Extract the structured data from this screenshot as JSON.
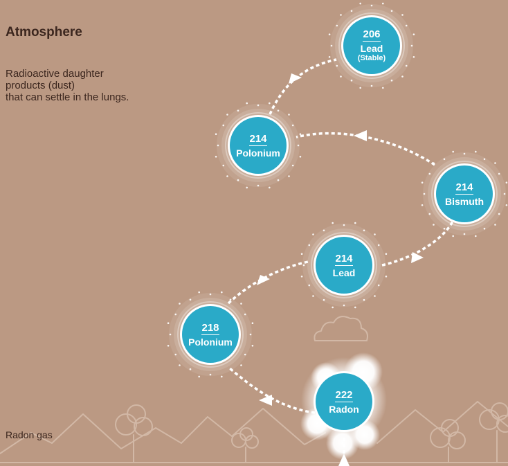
{
  "heading": "Atmosphere",
  "description": [
    "Radioactive daughter",
    "products (dust)",
    "that can settle in the lungs."
  ],
  "radon_label": "Radon gas",
  "colors": {
    "background": "#bb9983",
    "node_fill": "#2aaac8",
    "text_dark": "#3b261e",
    "arrow": "#ffffff",
    "landscape_line": "#d2b8a6"
  },
  "decay_chain": [
    {
      "number": "222",
      "name": "Radon",
      "note": ""
    },
    {
      "number": "218",
      "name": "Polonium",
      "note": ""
    },
    {
      "number": "214",
      "name": "Lead",
      "note": ""
    },
    {
      "number": "214",
      "name": "Bismuth",
      "note": ""
    },
    {
      "number": "214",
      "name": "Polonium",
      "note": ""
    },
    {
      "number": "206",
      "name": "Lead",
      "note": "(Stable)"
    }
  ]
}
